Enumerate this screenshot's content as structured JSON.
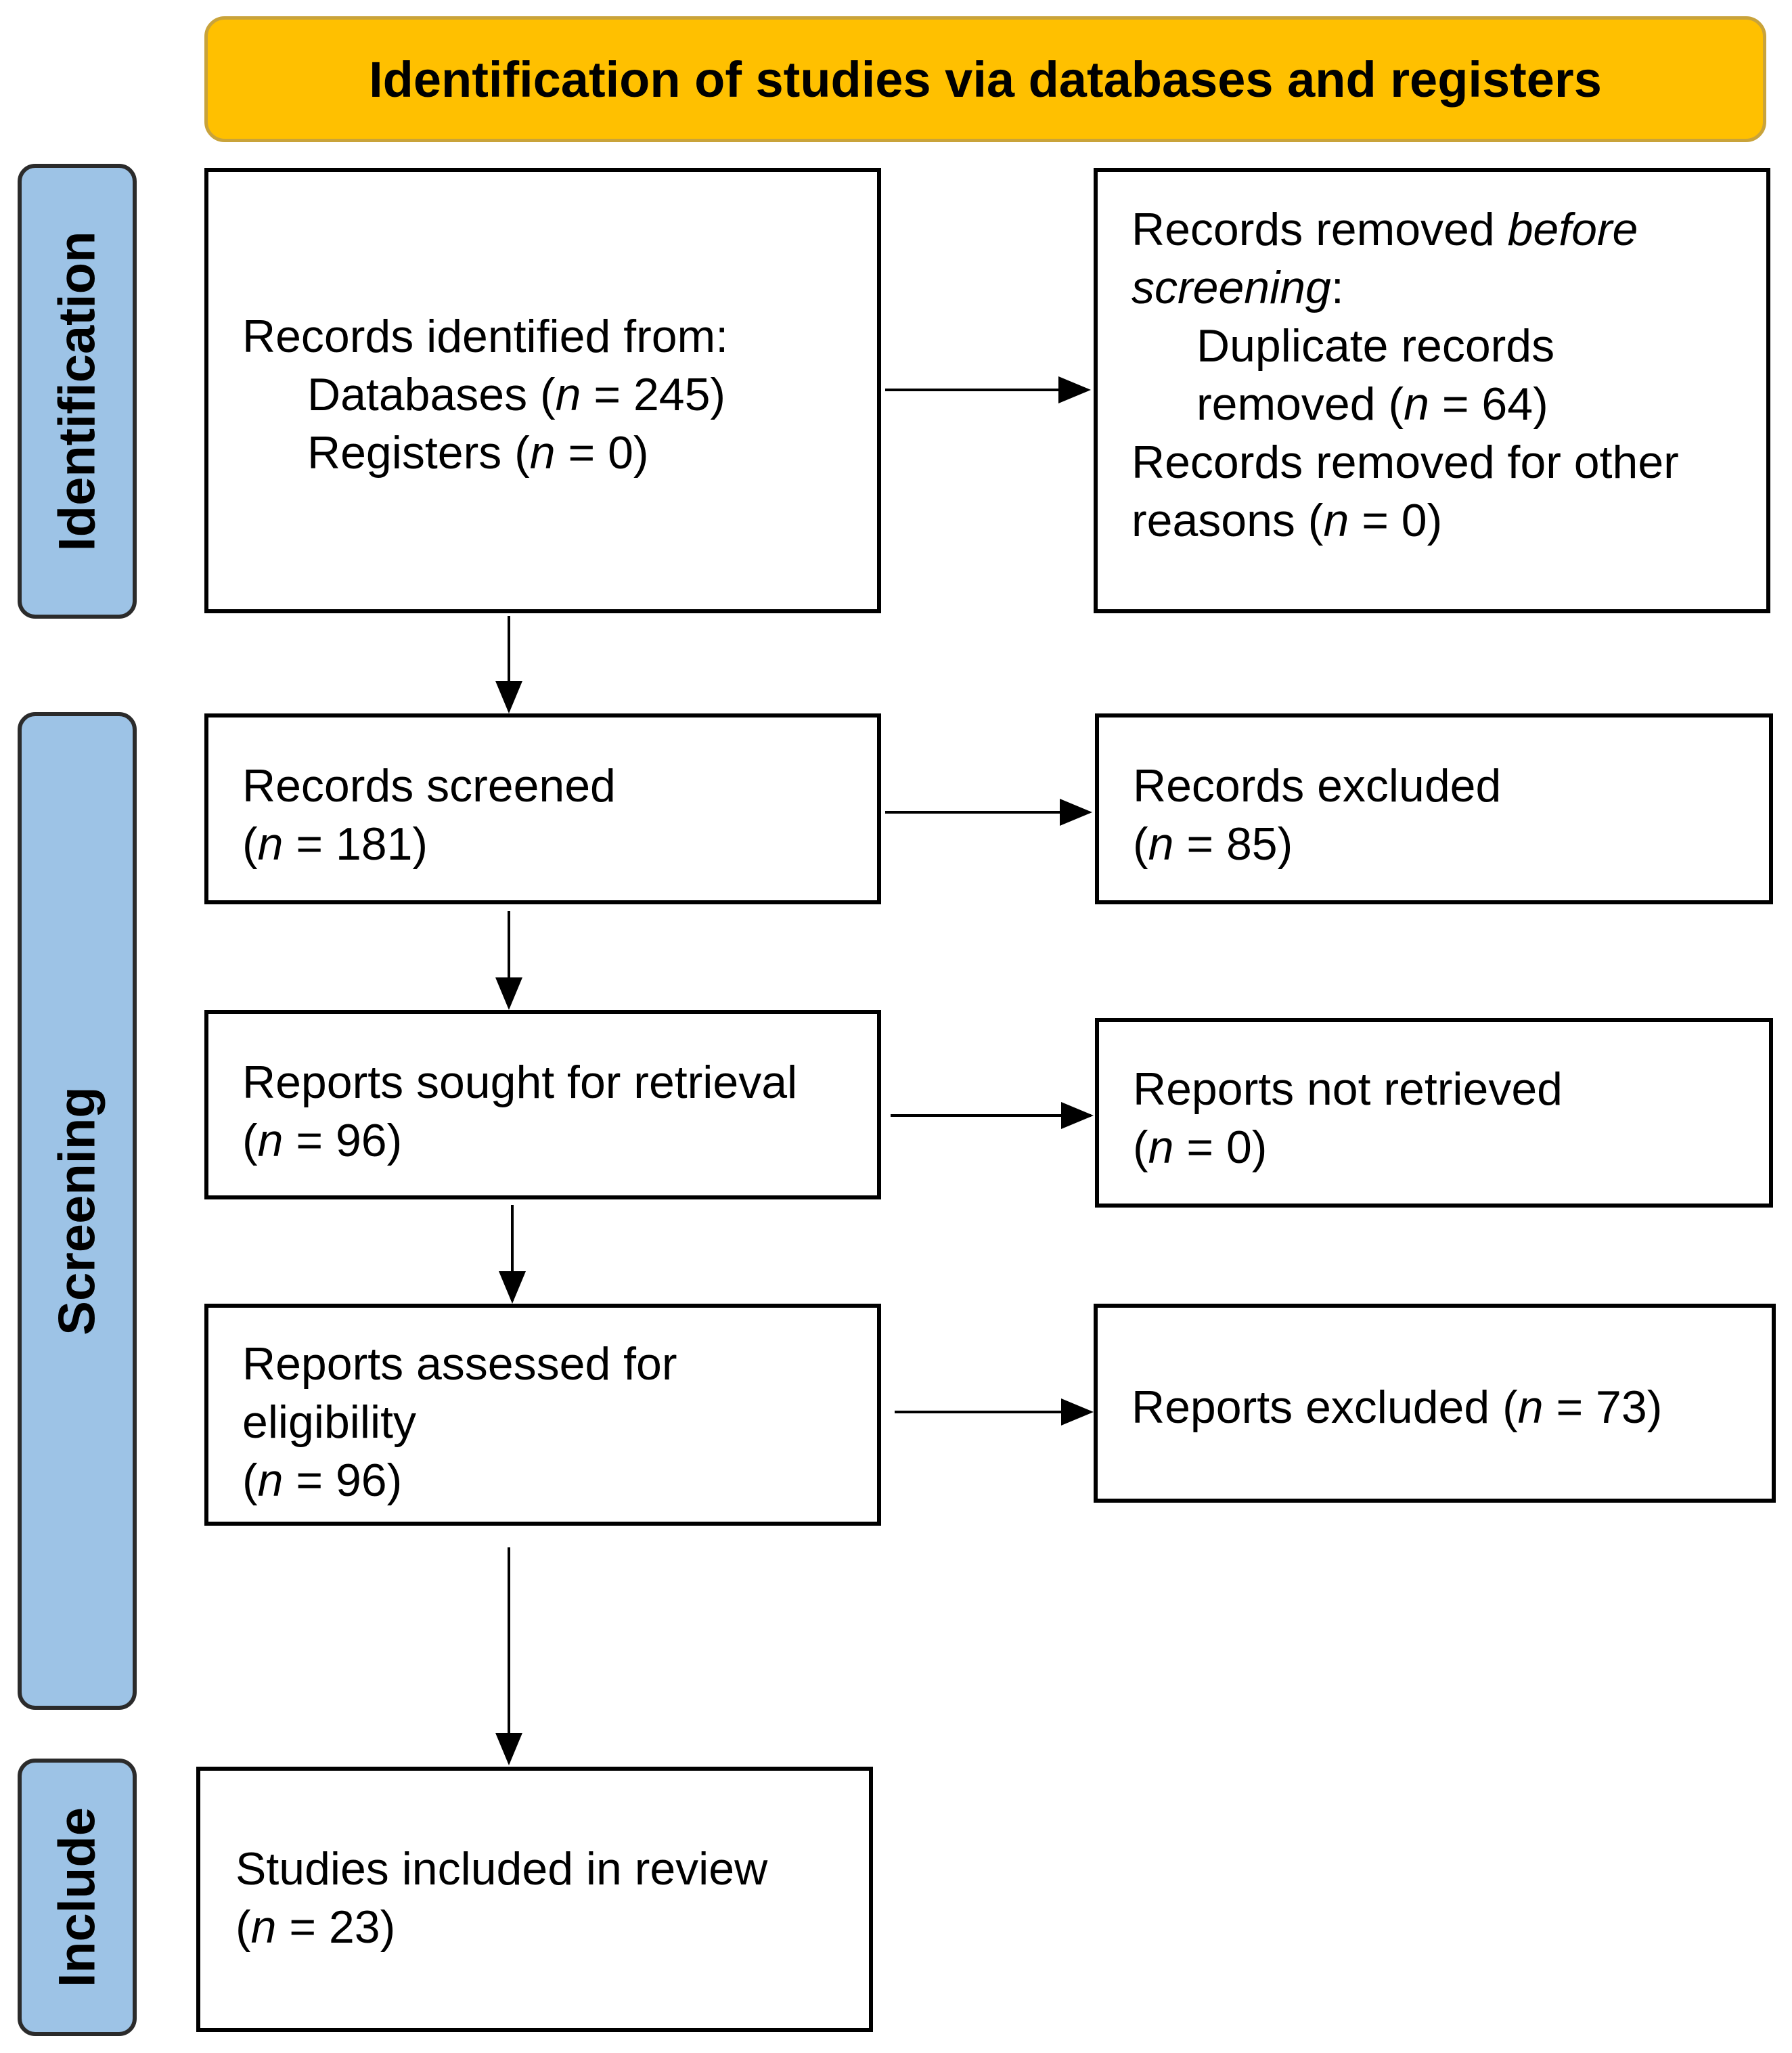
{
  "header": {
    "title": "Identification of studies via databases and registers"
  },
  "phases": {
    "identification": "Identification",
    "screening": "Screening",
    "include": "Include"
  },
  "nodes": {
    "records_identified": {
      "heading": "Records identified from:",
      "databases_label": "Databases (",
      "databases_n": "n",
      "databases_value": " = 245)",
      "registers_label": "Registers (",
      "registers_n": "n",
      "registers_value": " = 0)"
    },
    "records_removed": {
      "heading_prefix": "Records removed ",
      "heading_italic": "before screening",
      "heading_suffix": ":",
      "duplicate_label": "Duplicate records removed (",
      "duplicate_n": "n",
      "duplicate_value": " = 64)",
      "other_label": "Records removed for other reasons (",
      "other_n": "n",
      "other_value": " = 0)"
    },
    "records_screened": {
      "label": "Records screened",
      "n": "n",
      "value": " = 181)"
    },
    "records_excluded": {
      "label": "Records excluded",
      "n": "n",
      "value": " = 85)"
    },
    "reports_sought": {
      "label": "Reports sought for retrieval",
      "n": "n",
      "value": " = 96)"
    },
    "reports_not_retrieved": {
      "label": "Reports not retrieved",
      "n": "n",
      "value": " = 0)"
    },
    "reports_assessed": {
      "label": "Reports assessed for eligibility",
      "n": "n",
      "value": " = 96)"
    },
    "reports_excluded": {
      "label": "Reports excluded (",
      "n": "n",
      "value": " = 73)"
    },
    "studies_included": {
      "label": "Studies included in review",
      "n": "n",
      "value": " = 23)"
    }
  }
}
